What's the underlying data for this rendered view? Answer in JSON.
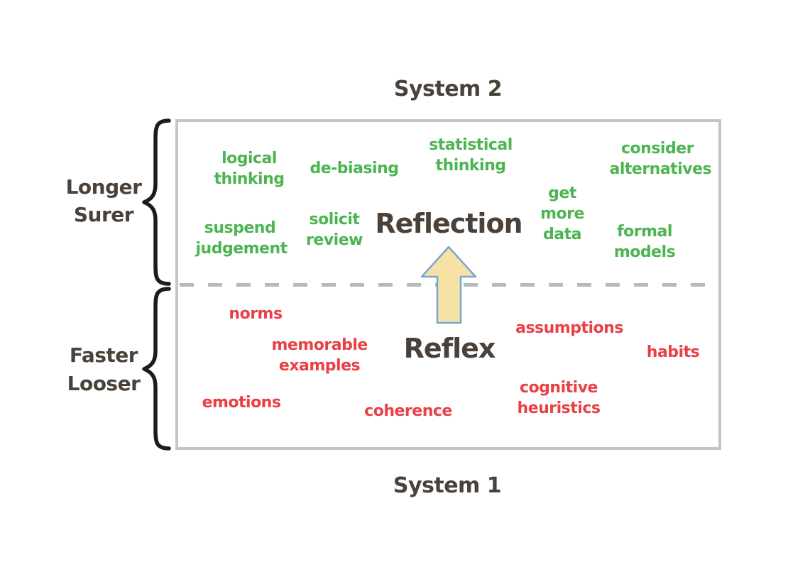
{
  "titles": {
    "top": "System 2",
    "bottom": "System 1"
  },
  "axis": {
    "upper": {
      "line1": "Longer",
      "line2": "Surer"
    },
    "lower": {
      "line1": "Faster",
      "line2": "Looser"
    }
  },
  "system2": {
    "heading": "Reflection",
    "items": [
      "logical thinking",
      "de-biasing",
      "statistical thinking",
      "consider alternatives",
      "get more data",
      "suspend judgement",
      "solicit review",
      "formal models"
    ]
  },
  "system1": {
    "heading": "Reflex",
    "items": [
      "norms",
      "memorable examples",
      "assumptions",
      "habits",
      "emotions",
      "coherence",
      "cognitive heuristics"
    ]
  },
  "icons": {
    "arrow": "up-arrow",
    "upper_brace": "curly-brace",
    "lower_brace": "curly-brace"
  },
  "colors": {
    "system2_text": "#4cb450",
    "system1_text": "#e94046",
    "heading_text": "#4a423a",
    "box_border": "#c5c5c9",
    "divider": "#b9b9bd",
    "arrow_fill": "#f6e2a5",
    "arrow_stroke": "#79a4d7",
    "brace": "#1c1c1c"
  }
}
